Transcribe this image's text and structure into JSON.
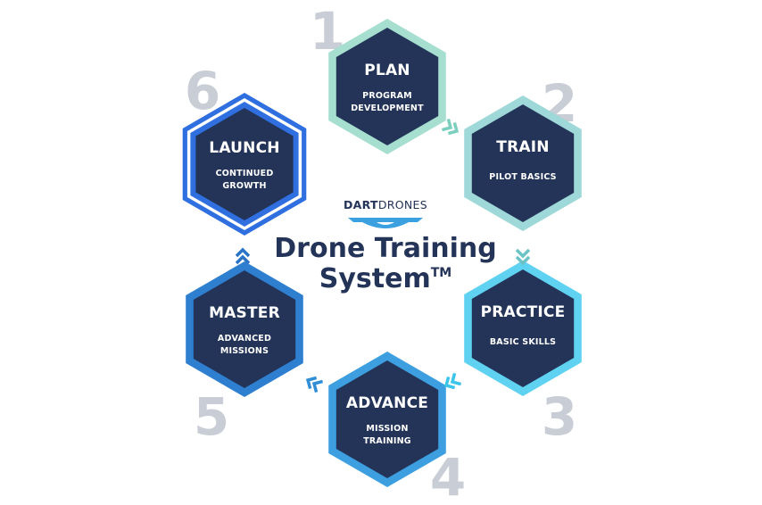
{
  "brand": {
    "part1": "DART",
    "part2": "DRONES"
  },
  "center": {
    "line1": "Drone Training",
    "line2": "System",
    "tm": "TM"
  },
  "steps": [
    {
      "number": "1",
      "title": "PLAN",
      "sub1": "PROGRAM",
      "sub2": "DEVELOPMENT",
      "outer": "#a6dfcf",
      "ring": "#7ccfbf"
    },
    {
      "number": "2",
      "title": "TRAIN",
      "sub1": "PILOT BASICS",
      "sub2": "",
      "outer": "#9fd8d8",
      "ring": "#6cc3c6"
    },
    {
      "number": "3",
      "title": "PRACTICE",
      "sub1": "BASIC SKILLS",
      "sub2": "",
      "outer": "#5ed2f0",
      "ring": "#3cc4ea"
    },
    {
      "number": "4",
      "title": "ADVANCE",
      "sub1": "MISSION",
      "sub2": "TRAINING",
      "outer": "#3d9fe0",
      "ring": "#2f8ed6"
    },
    {
      "number": "5",
      "title": "MASTER",
      "sub1": "ADVANCED",
      "sub2": "MISSIONS",
      "outer": "#2f7fd0",
      "ring": "#2b73c6"
    },
    {
      "number": "6",
      "title": "LAUNCH",
      "sub1": "CONTINUED",
      "sub2": "GROWTH",
      "outer": "#2f6fe0",
      "ring": "#2f6fe0"
    }
  ],
  "colors": {
    "hex_fill": "#233458",
    "number_gray": "#c9ced6",
    "title_navy": "#233458"
  }
}
